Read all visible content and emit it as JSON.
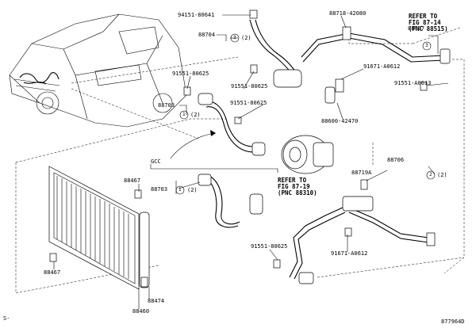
{
  "callouts": {
    "p94151": "94151-80641",
    "p88718": "88718-42080",
    "refer_top_1": "REFER TO",
    "refer_top_2": "FIG 87-14",
    "refer_top_3": "(PNC 88515)",
    "p88704": "88704",
    "p88704_ref": "(2)",
    "p88704_num": "3",
    "p88707": "88707",
    "p88707_num": "3",
    "p91671_top": "91671-A0612",
    "p91551_right": "91551-A0613",
    "p91551_left": "91551-80625",
    "p91551_mid": "91551-80625",
    "p88703_top": "88703",
    "p88703_top_num": "1",
    "p88703_top_ref": "(2)",
    "p91551_mid2": "91551-80625",
    "p88600": "88600-42470",
    "gcc": "GCC",
    "p88467_top": "88467",
    "p88703_bot": "88703",
    "p88703_bot_num": "1",
    "p88703_bot_ref": "(2)",
    "refer_mid_1": "REFER TO",
    "refer_mid_2": "FIG 87-19",
    "refer_mid_3": "(PNC 88310)",
    "p88706": "88706",
    "p88719a": "88719A",
    "p88706_num": "2",
    "p88706_ref": "(2)",
    "p91671_bot": "91671-A0612",
    "p91551_bot": "91551-80625",
    "p88467_bot": "88467",
    "p88474": "88474",
    "p88460": "88460",
    "footer_left": "S-",
    "footer_right": "877964D"
  }
}
